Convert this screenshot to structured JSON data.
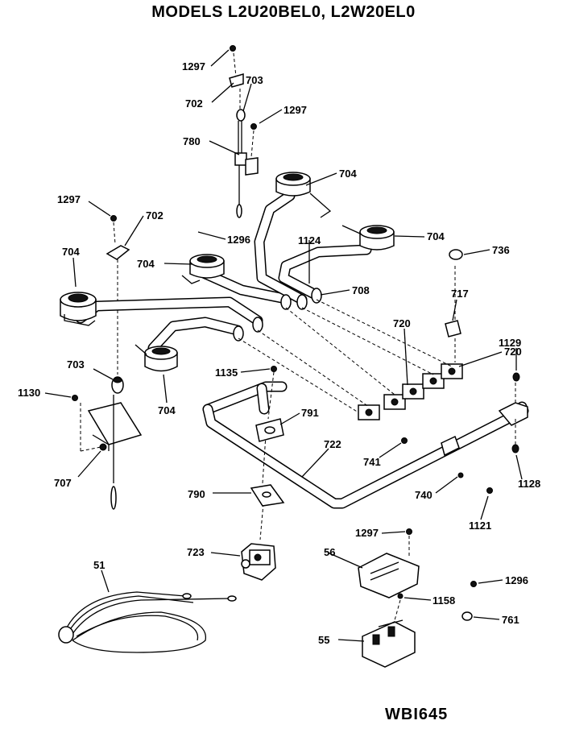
{
  "header": {
    "title": "MODELS L2U20BEL0, L2W20EL0"
  },
  "footer": {
    "drawing_id": "WBI645"
  },
  "labels": {
    "l1297a": "1297",
    "l703a": "703",
    "l702a": "702",
    "l1297b": "1297",
    "l780": "780",
    "l704a": "704",
    "l1297c": "1297",
    "l702b": "702",
    "l1296a": "1296",
    "l1124": "1124",
    "l704b": "704",
    "l736": "736",
    "l704c": "704",
    "l704d": "704",
    "l708": "708",
    "l717": "717",
    "l720a": "720",
    "l720b": "720",
    "l1129": "1129",
    "l703b": "703",
    "l1135": "1135",
    "l1130": "1130",
    "l704e": "704",
    "l791": "791",
    "l722": "722",
    "l741": "741",
    "l707": "707",
    "l1128": "1128",
    "l790": "790",
    "l740": "740",
    "l1121": "1121",
    "l1297d": "1297",
    "l723": "723",
    "l56": "56",
    "l51": "51",
    "l1296b": "1296",
    "l1158": "1158",
    "l761": "761",
    "l55": "55"
  }
}
